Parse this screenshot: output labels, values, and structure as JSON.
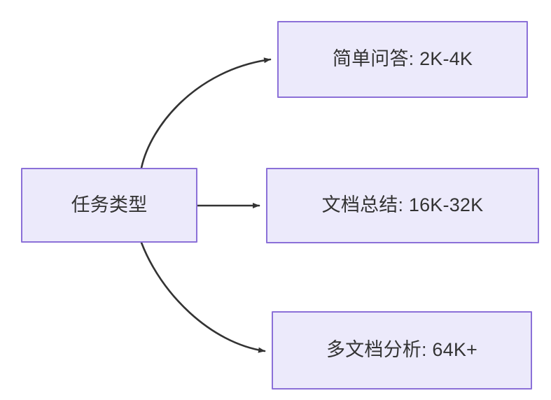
{
  "diagram": {
    "type": "flowchart",
    "direction": "left-to-right",
    "colors": {
      "node_fill": "#ECEAFB",
      "node_border": "#8B70D8",
      "text": "#333333",
      "edge": "#333333",
      "background": "#FFFFFF"
    },
    "nodes": [
      {
        "id": "root",
        "label": "任务类型",
        "role": "source"
      },
      {
        "id": "simple_qa",
        "label": "简单问答: 2K-4K",
        "role": "target"
      },
      {
        "id": "doc_sum",
        "label": "文档总结: 16K-32K",
        "role": "target"
      },
      {
        "id": "multi_doc",
        "label": "多文档分析: 64K+",
        "role": "target"
      }
    ],
    "edges": [
      {
        "from": "root",
        "to": "simple_qa",
        "style": "curved",
        "arrow": "arrow-head-icon"
      },
      {
        "from": "root",
        "to": "doc_sum",
        "style": "straight",
        "arrow": "arrow-head-icon"
      },
      {
        "from": "root",
        "to": "multi_doc",
        "style": "curved",
        "arrow": "arrow-head-icon"
      }
    ]
  }
}
